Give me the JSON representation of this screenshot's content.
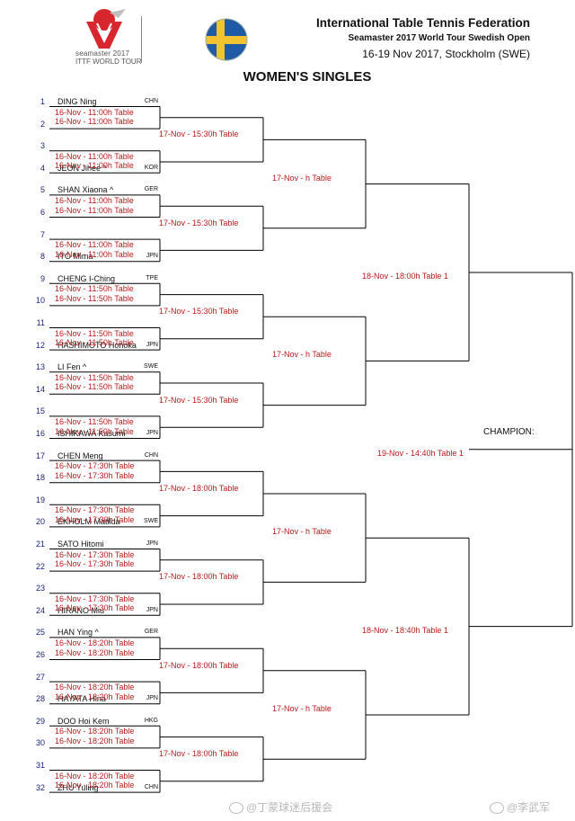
{
  "header": {
    "logo_line1": "seamaster 2017",
    "logo_line2": "ITTF WORLD TOUR",
    "org": "International Table Tennis Federation",
    "event": "Seamaster 2017 World Tour Swedish Open",
    "dates": "16-19 Nov 2017, Stockholm (SWE)",
    "title": "WOMEN'S SINGLES"
  },
  "colors": {
    "line": "#000000",
    "match_text": "#b71c1c",
    "seed_text": "#1a237e",
    "flag_blue": "#1f5aa6",
    "flag_yellow": "#f2c230"
  },
  "players": [
    {
      "seed": "1",
      "name": "DING Ning",
      "nat": "CHN"
    },
    {
      "seed": "2",
      "name": "",
      "nat": ""
    },
    {
      "seed": "3",
      "name": "",
      "nat": ""
    },
    {
      "seed": "4",
      "name": "JEON Jihee ^",
      "nat": "KOR"
    },
    {
      "seed": "5",
      "name": "SHAN Xiaona ^",
      "nat": "GER"
    },
    {
      "seed": "6",
      "name": "",
      "nat": ""
    },
    {
      "seed": "7",
      "name": "",
      "nat": ""
    },
    {
      "seed": "8",
      "name": "ITO Mima",
      "nat": "JPN"
    },
    {
      "seed": "9",
      "name": "CHENG I-Ching",
      "nat": "TPE"
    },
    {
      "seed": "10",
      "name": "",
      "nat": ""
    },
    {
      "seed": "11",
      "name": "",
      "nat": ""
    },
    {
      "seed": "12",
      "name": "HASHIMOTO Honoka",
      "nat": "JPN"
    },
    {
      "seed": "13",
      "name": "LI Fen ^",
      "nat": "SWE"
    },
    {
      "seed": "14",
      "name": "",
      "nat": ""
    },
    {
      "seed": "15",
      "name": "",
      "nat": ""
    },
    {
      "seed": "16",
      "name": "ISHIKAWA Kasumi",
      "nat": "JPN"
    },
    {
      "seed": "17",
      "name": "CHEN Meng",
      "nat": "CHN"
    },
    {
      "seed": "18",
      "name": "",
      "nat": ""
    },
    {
      "seed": "19",
      "name": "",
      "nat": ""
    },
    {
      "seed": "20",
      "name": "EKHOLM Matilda",
      "nat": "SWE"
    },
    {
      "seed": "21",
      "name": "SATO Hitomi",
      "nat": "JPN"
    },
    {
      "seed": "22",
      "name": "",
      "nat": ""
    },
    {
      "seed": "23",
      "name": "",
      "nat": ""
    },
    {
      "seed": "24",
      "name": "HIRANO Miu",
      "nat": "JPN"
    },
    {
      "seed": "25",
      "name": "HAN Ying ^",
      "nat": "GER"
    },
    {
      "seed": "26",
      "name": "",
      "nat": ""
    },
    {
      "seed": "27",
      "name": "",
      "nat": ""
    },
    {
      "seed": "28",
      "name": "HAYATA Hina",
      "nat": "JPN"
    },
    {
      "seed": "29",
      "name": "DOO Hoi Kem",
      "nat": "HKG"
    },
    {
      "seed": "30",
      "name": "",
      "nat": ""
    },
    {
      "seed": "31",
      "name": "",
      "nat": ""
    },
    {
      "seed": "32",
      "name": "ZHU Yuling",
      "nat": "CHN"
    }
  ],
  "round1": [
    "16-Nov - 11:00h Table",
    "16-Nov - 11:00h Table",
    "16-Nov - 11:00h Table",
    "16-Nov - 11:00h Table",
    "16-Nov - 11:50h Table",
    "16-Nov - 11:50h Table",
    "16-Nov - 11:50h Table",
    "16-Nov - 11:50h Table",
    "16-Nov - 17:30h Table",
    "16-Nov - 17:30h Table",
    "16-Nov - 17:30h Table",
    "16-Nov - 17:30h Table",
    "16-Nov - 18:20h Table",
    "16-Nov - 18:20h Table",
    "16-Nov - 18:20h Table",
    "16-Nov - 18:20h Table"
  ],
  "round2": [
    "17-Nov - 15:30h Table",
    "17-Nov - 15:30h Table",
    "17-Nov - 15:30h Table",
    "17-Nov - 15:30h Table",
    "17-Nov - 18:00h Table",
    "17-Nov - 18:00h Table",
    "17-Nov - 18:00h Table",
    "17-Nov - 18:00h Table"
  ],
  "quarterfinals": [
    "17-Nov - h Table",
    "17-Nov - h Table",
    "17-Nov - h Table",
    "17-Nov - h Table"
  ],
  "semifinals": [
    "18-Nov - 18:00h Table 1",
    "18-Nov - 18:40h Table 1"
  ],
  "final": "19-Nov - 14:40h Table 1",
  "champion_label": "CHAMPION:",
  "watermarks": [
    "@丁蒙球迷后援会",
    "@李武军"
  ]
}
